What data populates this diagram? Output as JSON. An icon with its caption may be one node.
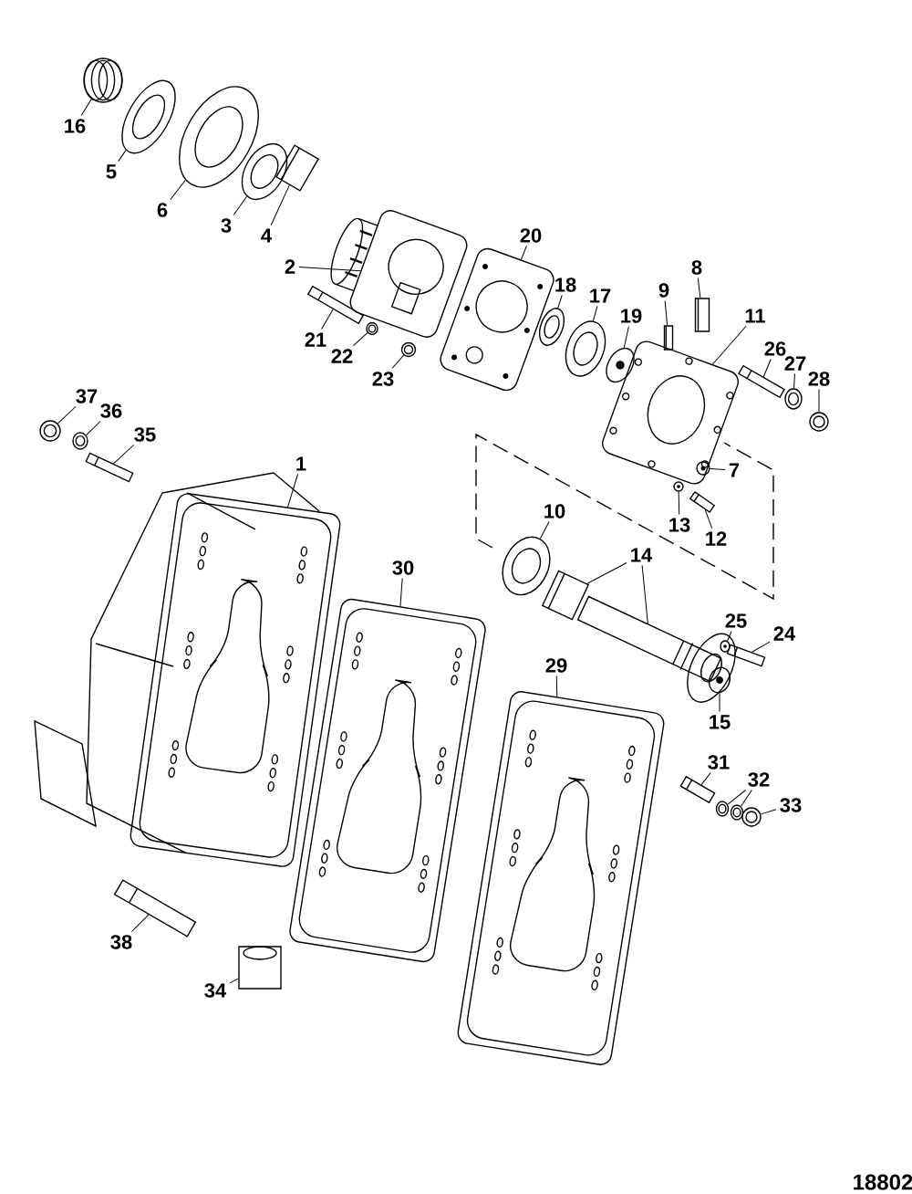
{
  "diagram": {
    "nodes": [
      {
        "text": [
          "16"
        ]
      },
      {
        "text": [],
        "shape": "picture"
      },
      {
        "text": [
          "5"
        ]
      },
      {
        "text": [],
        "shape": "picture"
      },
      {
        "text": [
          "6"
        ]
      },
      {
        "text": [],
        "shape": "picture"
      },
      {
        "text": [
          "3"
        ]
      },
      {
        "text": [],
        "shape": "picture"
      },
      {
        "text": [
          "4"
        ]
      },
      {
        "text": [],
        "shape": "picture"
      },
      {
        "text": [
          "2"
        ]
      },
      {
        "text": [],
        "shape": "picture"
      },
      {
        "text": [
          "21"
        ]
      },
      {
        "text": [],
        "shape": "picture"
      },
      {
        "text": [
          "22"
        ]
      },
      {
        "text": [],
        "shape": "picture"
      },
      {
        "text": [
          "23"
        ]
      },
      {
        "text": [],
        "shape": "picture"
      },
      {
        "text": [
          "20"
        ]
      },
      {
        "text": [],
        "shape": "picture"
      },
      {
        "text": [
          "18"
        ]
      },
      {
        "text": [],
        "shape": "picture"
      },
      {
        "text": [
          "17"
        ]
      },
      {
        "text": [],
        "shape": "picture"
      },
      {
        "text": [
          "19"
        ]
      },
      {
        "text": [],
        "shape": "picture"
      },
      {
        "text": [
          "9"
        ]
      },
      {
        "text": [],
        "shape": "picture"
      },
      {
        "text": [
          "8"
        ]
      },
      {
        "text": [],
        "shape": "picture"
      },
      {
        "text": [
          "11"
        ]
      },
      {
        "text": [],
        "shape": "picture"
      },
      {
        "text": [
          "26"
        ]
      },
      {
        "text": [],
        "shape": "picture"
      },
      {
        "text": [
          "27"
        ]
      },
      {
        "text": [],
        "shape": "picture"
      },
      {
        "text": [
          "28"
        ]
      },
      {
        "text": [],
        "shape": "picture"
      },
      {
        "text": [
          "7"
        ]
      },
      {
        "text": [],
        "shape": "picture"
      },
      {
        "text": [
          "13"
        ]
      },
      {
        "text": [],
        "shape": "picture"
      },
      {
        "text": [
          "12"
        ]
      },
      {
        "text": [],
        "shape": "picture"
      },
      {
        "text": [
          "10"
        ]
      },
      {
        "text": [],
        "shape": "picture"
      },
      {
        "text": [
          "14"
        ]
      },
      {
        "text": [],
        "shape": "picture"
      },
      {
        "text": [],
        "shape": "picture"
      },
      {
        "text": [
          "25"
        ]
      },
      {
        "text": [],
        "shape": "picture"
      },
      {
        "text": [
          "24"
        ]
      },
      {
        "text": [],
        "shape": "picture"
      },
      {
        "text": [
          "15"
        ]
      },
      {
        "text": [],
        "shape": "picture"
      },
      {
        "text": [
          "37"
        ]
      },
      {
        "text": [],
        "shape": "picture"
      },
      {
        "text": [
          "36"
        ]
      },
      {
        "text": [],
        "shape": "picture"
      },
      {
        "text": [
          "35"
        ]
      },
      {
        "text": [],
        "shape": "picture"
      },
      {
        "text": [
          "1"
        ]
      },
      {
        "text": [],
        "shape": "picture"
      },
      {
        "text": [
          "30"
        ]
      },
      {
        "text": [],
        "shape": "picture"
      },
      {
        "text": [
          "29"
        ]
      },
      {
        "text": [],
        "shape": "picture"
      },
      {
        "text": [
          "31"
        ]
      },
      {
        "text": [],
        "shape": "picture"
      },
      {
        "text": [
          "32"
        ]
      },
      {
        "text": [],
        "shape": "picture"
      },
      {
        "text": [],
        "shape": "picture"
      },
      {
        "text": [
          "33"
        ]
      },
      {
        "text": [],
        "shape": "picture"
      },
      {
        "text": [
          "38"
        ]
      },
      {
        "text": [],
        "shape": "picture"
      },
      {
        "text": [
          "34"
        ]
      },
      {
        "text": [],
        "shape": "picture"
      }
    ],
    "edges": [
      {
        "from": 0,
        "to": 1,
        "arrow": "none"
      },
      {
        "from": 2,
        "to": 3,
        "arrow": "none"
      },
      {
        "from": 4,
        "to": 5,
        "arrow": "none"
      },
      {
        "from": 6,
        "to": 7,
        "arrow": "none"
      },
      {
        "from": 8,
        "to": 9,
        "arrow": "none"
      },
      {
        "from": 10,
        "to": 11,
        "arrow": "none"
      },
      {
        "from": 12,
        "to": 13,
        "arrow": "none"
      },
      {
        "from": 14,
        "to": 15,
        "arrow": "none"
      },
      {
        "from": 16,
        "to": 17,
        "arrow": "none"
      },
      {
        "from": 18,
        "to": 19,
        "arrow": "none"
      },
      {
        "from": 20,
        "to": 21,
        "arrow": "none"
      },
      {
        "from": 22,
        "to": 23,
        "arrow": "none"
      },
      {
        "from": 24,
        "to": 25,
        "arrow": "none"
      },
      {
        "from": 26,
        "to": 27,
        "arrow": "none"
      },
      {
        "from": 28,
        "to": 29,
        "arrow": "none"
      },
      {
        "from": 30,
        "to": 31,
        "arrow": "none"
      },
      {
        "from": 32,
        "to": 33,
        "arrow": "none"
      },
      {
        "from": 34,
        "to": 35,
        "arrow": "none"
      },
      {
        "from": 36,
        "to": 37,
        "arrow": "none"
      },
      {
        "from": 38,
        "to": 39,
        "arrow": "none"
      },
      {
        "from": 40,
        "to": 41,
        "arrow": "none"
      },
      {
        "from": 42,
        "to": 43,
        "arrow": "none"
      },
      {
        "from": 44,
        "to": 45,
        "arrow": "none"
      },
      {
        "from": 46,
        "to": 47,
        "arrow": "none"
      },
      {
        "from": 46,
        "to": 48,
        "arrow": "none"
      },
      {
        "from": 49,
        "to": 50,
        "arrow": "none"
      },
      {
        "from": 51,
        "to": 52,
        "arrow": "none"
      },
      {
        "from": 53,
        "to": 54,
        "arrow": "none"
      },
      {
        "from": 55,
        "to": 56,
        "arrow": "none"
      },
      {
        "from": 57,
        "to": 58,
        "arrow": "none"
      },
      {
        "from": 59,
        "to": 60,
        "arrow": "none"
      },
      {
        "from": 61,
        "to": 62,
        "arrow": "none"
      },
      {
        "from": 63,
        "to": 64,
        "arrow": "none"
      },
      {
        "from": 65,
        "to": 66,
        "arrow": "none"
      },
      {
        "from": 67,
        "to": 68,
        "arrow": "none"
      },
      {
        "from": 69,
        "to": 70,
        "arrow": "none"
      },
      {
        "from": 69,
        "to": 71,
        "arrow": "none"
      },
      {
        "from": 72,
        "to": 73,
        "arrow": "none"
      },
      {
        "from": 74,
        "to": 75,
        "arrow": "none"
      },
      {
        "from": 76,
        "to": 77,
        "arrow": "none"
      }
    ],
    "labels": [
      "18802"
    ]
  }
}
